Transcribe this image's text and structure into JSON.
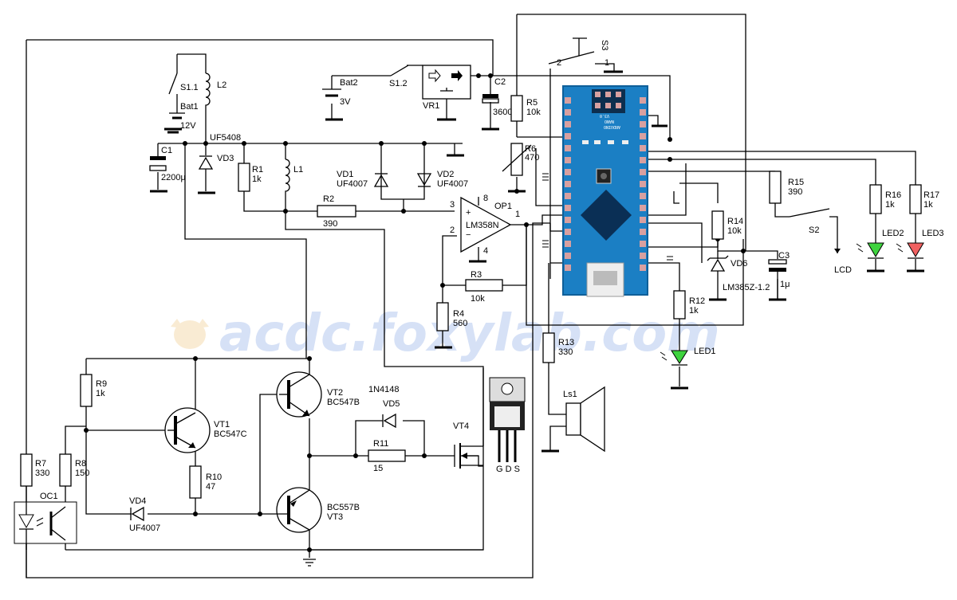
{
  "diagram": {
    "watermark": "acdc.foxylab.com",
    "colors": {
      "board": "#1b7fc4",
      "board_edge": "#0e5f99",
      "chip": "#0a2f55",
      "pad": "#d8a0a0",
      "led_green": "#3ed33e",
      "led_red": "#f06060",
      "transistor_body": "#222"
    },
    "labels": {
      "s11": "S1.1",
      "bat1": "Bat1",
      "v12": "12V",
      "l2": "L2",
      "uf5408": "UF5408",
      "vd3": "VD3",
      "c1": "C1",
      "c1v": "2200μ",
      "r1": "R1",
      "r1v": "1k",
      "l1": "L1",
      "vd1": "VD1",
      "vd1v": "UF4007",
      "vd2": "VD2",
      "vd2v": "UF4007",
      "r2": "R2",
      "r2v": "390",
      "bat2": "Bat2",
      "v3": "3V",
      "s12": "S1.2",
      "vr1": "VR1",
      "c2": "C2",
      "c2v": "3600μ",
      "r5": "R5",
      "r5v": "10k",
      "r6": "R6",
      "r6v": "470",
      "op1": "OP1",
      "lm358": "LM358N",
      "pin8": "8",
      "pin3": "3",
      "pin2": "2",
      "pin1": "1",
      "pin4": "4",
      "plus": "+",
      "minus": "−",
      "r3": "R3",
      "r3v": "10k",
      "r4": "R4",
      "r4v": "560",
      "s3": "S3",
      "s3p1": "1",
      "s3p2": "2",
      "board1": "ARDUINO",
      "board2": "NANO",
      "board3": "V3.0",
      "r14": "R14",
      "r14v": "10k",
      "vd6": "VD6",
      "vd6v": "LM385Z-1.2",
      "c3": "C3",
      "c3v": "1μ",
      "r15": "R15",
      "r15v": "390",
      "s2": "S2",
      "lcd": "LCD",
      "r16": "R16",
      "r16v": "1k",
      "r17": "R17",
      "r17v": "1k",
      "led2": "LED2",
      "led3": "LED3",
      "r12": "R12",
      "r12v": "1k",
      "led1": "LED1",
      "r13": "R13",
      "r13v": "330",
      "ls1": "Ls1",
      "r9": "R9",
      "r9v": "1k",
      "vt1": "VT1",
      "vt1v": "BC547C",
      "r10": "R10",
      "r10v": "47",
      "r8": "R8",
      "r8v": "150",
      "r7": "R7",
      "r7v": "330",
      "oc1": "OC1",
      "vd4": "VD4",
      "vd4v": "UF4007",
      "vt2": "VT2",
      "vt2v": "BC547B",
      "vt3": "VT3",
      "vt3v": "BC557B",
      "n4148": "1N4148",
      "vd5": "VD5",
      "r11": "R11",
      "r11v": "15",
      "vt4": "VT4",
      "gds": "G D S"
    }
  }
}
